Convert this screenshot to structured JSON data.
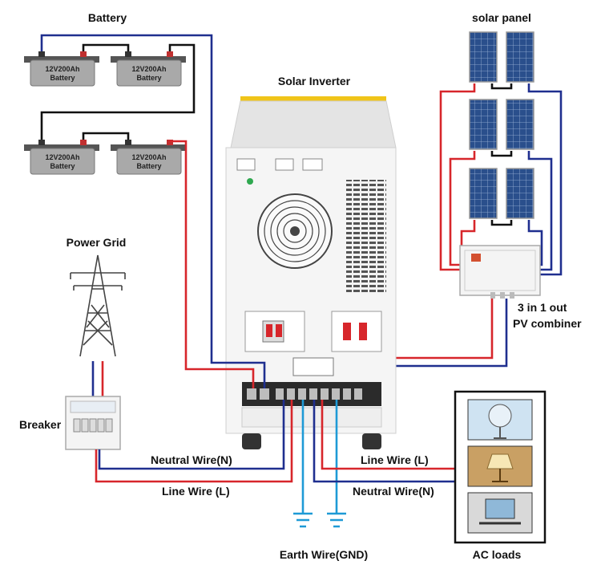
{
  "title_battery": "Battery",
  "title_solar_panel": "solar panel",
  "title_inverter": "Solar Inverter",
  "title_power_grid": "Power Grid",
  "title_breaker": "Breaker",
  "title_combiner_line1": "3 in 1 out",
  "title_combiner_line2": "PV combiner",
  "title_ac_loads": "AC loads",
  "label_neutral_grid": "Neutral Wire(N)",
  "label_line_grid": "Line Wire  (L)",
  "label_line_load": "Line Wire  (L)",
  "label_neutral_load": "Neutral Wire(N)",
  "label_earth": "Earth Wire(GND)",
  "batteries": [
    {
      "line1": "12V200Ah",
      "line2": "Battery"
    },
    {
      "line1": "12V200Ah",
      "line2": "Battery"
    },
    {
      "line1": "12V200Ah",
      "line2": "Battery"
    },
    {
      "line1": "12V200Ah",
      "line2": "Battery"
    }
  ],
  "colors": {
    "positive_wire": "#d7262b",
    "negative_wire": "#1f2f8f",
    "series_wire": "#111111",
    "earth_wire": "#1e9ad6",
    "inverter_top": "#f0c419"
  }
}
